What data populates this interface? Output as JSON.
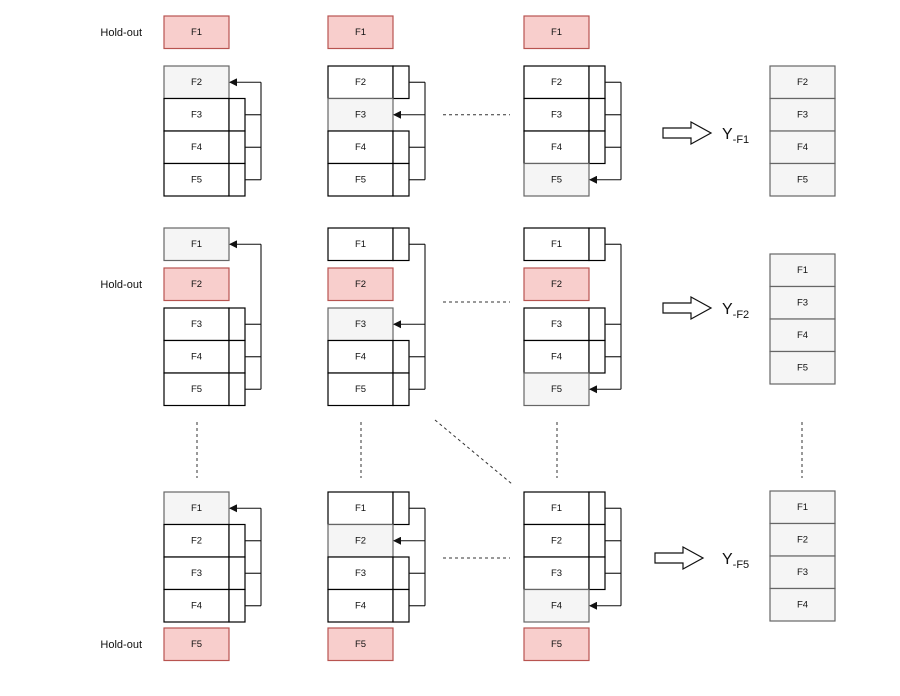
{
  "hold_out_label": "Hold-out",
  "colors": {
    "holdout_fill": "#f8cecc",
    "holdout_stroke": "#b85450",
    "validation_fill": "#f5f5f5",
    "validation_stroke": "#666666",
    "train_fill": "#ffffff",
    "train_stroke": "#000000"
  },
  "rows": [
    {
      "holdout": "F1",
      "training_folds": [
        "F2",
        "F3",
        "F4",
        "F5"
      ],
      "iterations": [
        {
          "column": 1,
          "validation": "F2"
        },
        {
          "column": 2,
          "validation": "F3"
        },
        {
          "column": "last",
          "validation": "F5"
        }
      ],
      "output_label": "Y",
      "output_subscript": "-F1",
      "output_folds": [
        "F2",
        "F3",
        "F4",
        "F5"
      ]
    },
    {
      "holdout": "F2",
      "training_folds": [
        "F1",
        "F3",
        "F4",
        "F5"
      ],
      "iterations": [
        {
          "column": 1,
          "validation": "F1"
        },
        {
          "column": 2,
          "validation": "F3"
        },
        {
          "column": "last",
          "validation": "F5"
        }
      ],
      "output_label": "Y",
      "output_subscript": "-F2",
      "output_folds": [
        "F1",
        "F3",
        "F4",
        "F5"
      ]
    },
    {
      "holdout": "F5",
      "training_folds": [
        "F1",
        "F2",
        "F3",
        "F4"
      ],
      "iterations": [
        {
          "column": 1,
          "validation": "F1"
        },
        {
          "column": 2,
          "validation": "F2"
        },
        {
          "column": "last",
          "validation": "F4"
        }
      ],
      "output_label": "Y",
      "output_subscript": "-F5",
      "output_folds": [
        "F1",
        "F2",
        "F3",
        "F4"
      ]
    }
  ]
}
